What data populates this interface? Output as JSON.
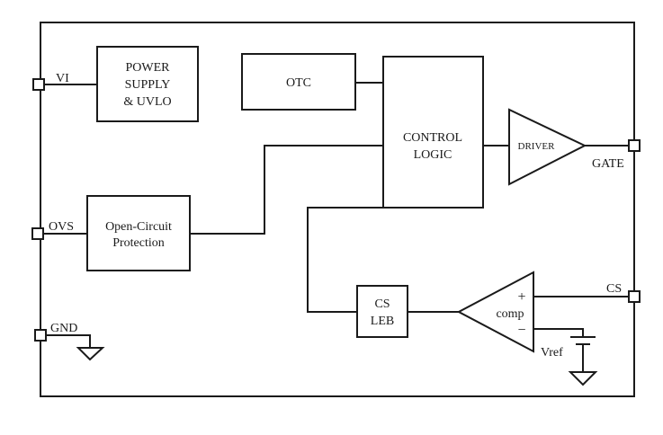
{
  "pins": {
    "vi": "VI",
    "ovs": "OVS",
    "gnd": "GND",
    "gate": "GATE",
    "cs": "CS"
  },
  "blocks": {
    "power": [
      "POWER",
      "SUPPLY",
      "& UVLO"
    ],
    "otc": "OTC",
    "control": [
      "CONTROL",
      "LOGIC"
    ],
    "driver": "DRIVER",
    "ocp": [
      "Open-Circuit",
      "Protection"
    ],
    "leb": [
      "CS",
      "LEB"
    ],
    "comp": "comp",
    "plus": "+",
    "minus": "−",
    "vref": "Vref"
  }
}
